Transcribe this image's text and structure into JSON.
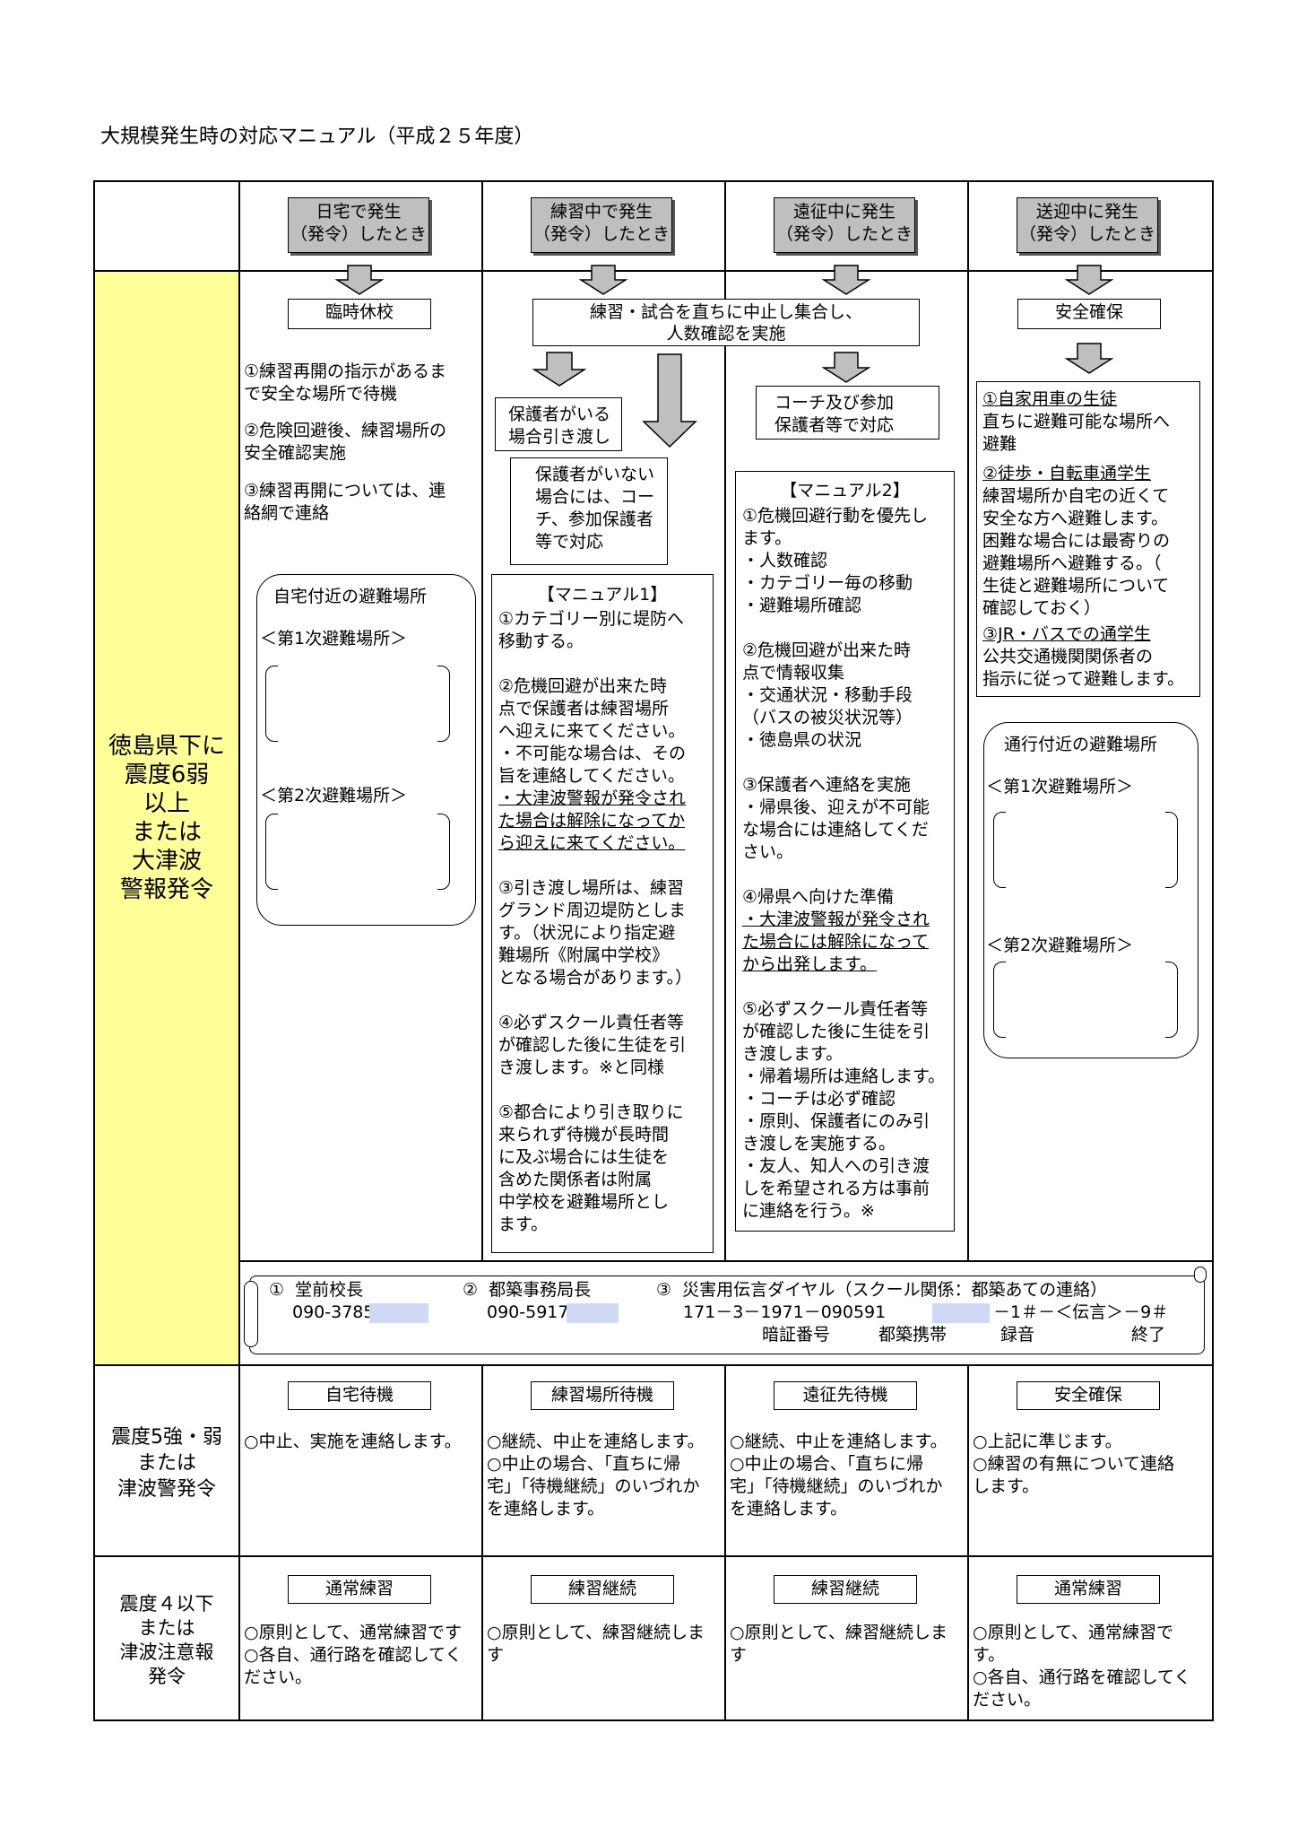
{
  "title": "大規模発生時の対応マニュアル（平成２５年度）",
  "columns": [
    "日宅で発生\n（発令）したとき",
    "練習中で発生\n（発令）したとき",
    "遠征中に発生\n（発令）したとき",
    "送迎中に発生\n（発令）したとき"
  ],
  "level1": {
    "label": "徳島県下に\n震度6弱\n以上\nまたは\n大津波\n警報発令",
    "col1": {
      "box": "臨時休校",
      "items": [
        "①練習再開の指示があるま\nで安全な場所で待機",
        "②危険回避後、練習場所の\n安全確認実施",
        "③練習再開については、連\n絡網で連絡"
      ],
      "shelter_title": "自宅付近の避難場所",
      "shelter_first": "＜第1次避難場所＞",
      "shelter_second": "＜第2次避難場所＞"
    },
    "col2": {
      "box": "練習・試合を直ちに中止し集合し、\n人数確認を実施",
      "guardian_present": "保護者がいる\n場合引き渡し",
      "guardian_absent": "保護者がいない\n場合には、コー\nチ、参加保護者\n等で対応",
      "manual_title": "【マニュアル1】",
      "manual_text_a": "①カテゴリー別に堤防へ\n移動する。\n\n②危機回避が出来た時\n点で保護者は練習場所\nへ迎えに来てください。\n・不可能な場合は、その\n旨を連絡してください。",
      "manual_text_u": "・大津波警報が発令され\nた場合は解除になってか\nら迎えに来てください。",
      "manual_text_b": "\n③引き渡し場所は、練習\nグランド周辺堤防としま\nす。（状況により指定避\n難場所《附属中学校》\nとなる場合があります。）\n\n④必ずスクール責任者等\nが確認した後に生徒を引\nき渡します。※と同様\n\n⑤都合により引き取りに\n来られず待機が長時間\nに及ぶ場合には生徒を\n含めた関係者は附属\n中学校を避難場所とし\nます。"
    },
    "col3": {
      "box": "コーチ及び参加\n保護者等で対応",
      "manual_title": "【マニュアル2】",
      "manual_text_a": "①危機回避行動を優先し\nます。\n・人数確認\n・カテゴリー毎の移動\n・避難場所確認\n\n②危機回避が出来た時\n点で情報収集\n・交通状況・移動手段\n（バスの被災状況等）\n・徳島県の状況\n\n③保護者へ連絡を実施\n・帰県後、迎えが不可能\nな場合には連絡してくだ\nさい。\n\n④帰県へ向けた準備",
      "manual_text_u": "・大津波警報が発令され\nた場合には解除になって\nから出発します。",
      "manual_text_b": "\n⑤必ずスクール責任者等\nが確認した後に生徒を引\nき渡します。\n・帰着場所は連絡します。\n・コーチは必ず確認\n・原則、保護者にのみ引\nき渡しを実施する。\n・友人、知人への引き渡\nしを希望される方は事前\nに連絡を行う。※"
    },
    "col4": {
      "box": "安全確保",
      "h1": "①自家用車の生徒",
      "t1": "直ちに避難可能な場所へ\n避難",
      "h2": "②徒歩・自転車通学生",
      "t2": "練習場所か自宅の近くて\n安全な方へ避難します。\n困難な場合には最寄りの\n避難場所へ避難する。（\n生徒と避難場所について\n確認しておく）",
      "h3": "③JR・バスでの通学生",
      "t3": "公共交通機関関係者の\n指示に従って避難します。",
      "shelter_title": "通行付近の避難場所",
      "shelter_first": "＜第1次避難場所＞",
      "shelter_second": "＜第2次避難場所＞"
    },
    "contacts": {
      "c1_name": "①  堂前校長",
      "c1_tel": "090-3785-",
      "c2_name": "②  都築事務局長",
      "c2_tel": "090-5917-",
      "c3_name": "③  災害用伝言ダイヤル（スクール関係：都築あての連絡）",
      "c3_seq_a": "171－3－1971－090591",
      "c3_seq_b": "－1＃－＜伝言＞－9＃",
      "c3_pin": "暗証番号",
      "c3_phone": "都築携帯",
      "c3_rec": "録音",
      "c3_end": "終了"
    }
  },
  "level2": {
    "label": "震度5強・弱\nまたは\n津波警発令",
    "boxes": [
      "自宅待機",
      "練習場所待機",
      "遠征先待機",
      "安全確保"
    ],
    "texts": [
      "○中止、実施を連絡します。",
      "○継続、中止を連絡します。\n○中止の場合、「直ちに帰\n宅」「待機継続」のいづれか\nを連絡します。",
      "○継続、中止を連絡します。\n○中止の場合、「直ちに帰\n宅」「待機継続」のいづれか\nを連絡します。",
      "○上記に準じます。\n○練習の有無について連絡\nします。"
    ]
  },
  "level3": {
    "label": "震度４以下\nまたは\n津波注意報\n発令",
    "boxes": [
      "通常練習",
      "練習継続",
      "練習継続",
      "通常練習"
    ],
    "texts": [
      "○原則として、通常練習です\n○各自、通行路を確認してく\nださい。",
      "○原則として、練習継続しま\nす",
      "○原則として、練習継続しま\nす",
      "○原則として、通常練習で\nす。\n○各自、通行路を確認してく\nださい。"
    ]
  },
  "colors": {
    "label_bg": "#ffff99",
    "header_box_bg": "#bfbfbf",
    "arrow_fill": "#bfbfbf",
    "mask_highlight": "#cfd8f5"
  }
}
